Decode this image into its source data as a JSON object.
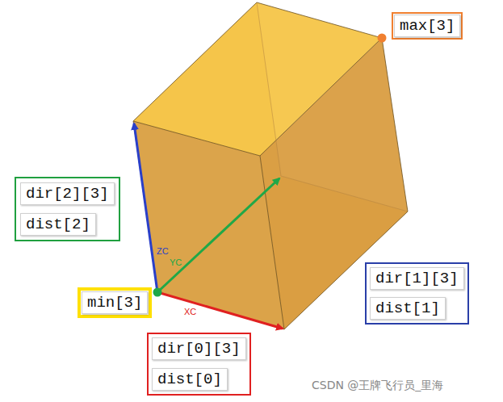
{
  "diagram": {
    "nodes": [
      {
        "text": [
          "max[3]"
        ]
      },
      {
        "text": [
          "dir[2][3]",
          "dist[2]"
        ]
      },
      {
        "text": [
          "dir[1][3]",
          "dist[1]"
        ]
      },
      {
        "text": [
          "min[3]"
        ]
      },
      {
        "text": [
          "dir[0][3]",
          "dist[0]"
        ]
      }
    ],
    "labels": [
      "ZC",
      "YC",
      "XC",
      "CSDN @王牌飞行员_里海"
    ]
  }
}
